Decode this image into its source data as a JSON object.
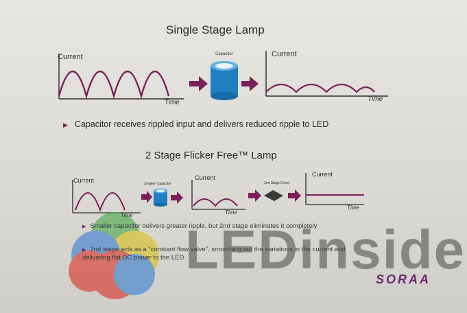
{
  "top": {
    "title": "Single Stage Lamp",
    "left_graph": {
      "ylabel": "Current",
      "xlabel": "Time"
    },
    "capacitor_label": "Capacitor",
    "right_graph": {
      "ylabel": "Current",
      "xlabel": "Time"
    },
    "bullet": "Capacitor receives rippled input and delivers reduced ripple to LED"
  },
  "bottom": {
    "title": "2 Stage Flicker Free™ Lamp",
    "graph1": {
      "ylabel": "Current",
      "xlabel": "Time"
    },
    "smaller_capacitor_label": "Smaller Capacitor",
    "graph2": {
      "ylabel": "Current",
      "xlabel": "Time"
    },
    "driver_label": "2nd Stage Driver",
    "graph3": {
      "ylabel": "Current",
      "xlabel": "Time"
    },
    "bullets": [
      "Smaller capacitor delivers greater ripple, but 2nd stage eliminates it completely",
      "2nd stage acts as a “constant flow valve”, smoothing out the variations in the current and delivering flat DC power to the LED"
    ]
  },
  "brand": "SORAA",
  "watermark": {
    "text": "LEDinside"
  },
  "colors": {
    "accent": "#7a1f5a",
    "capacitor": "#1f7fc0",
    "driver": "#3a3a3a"
  }
}
